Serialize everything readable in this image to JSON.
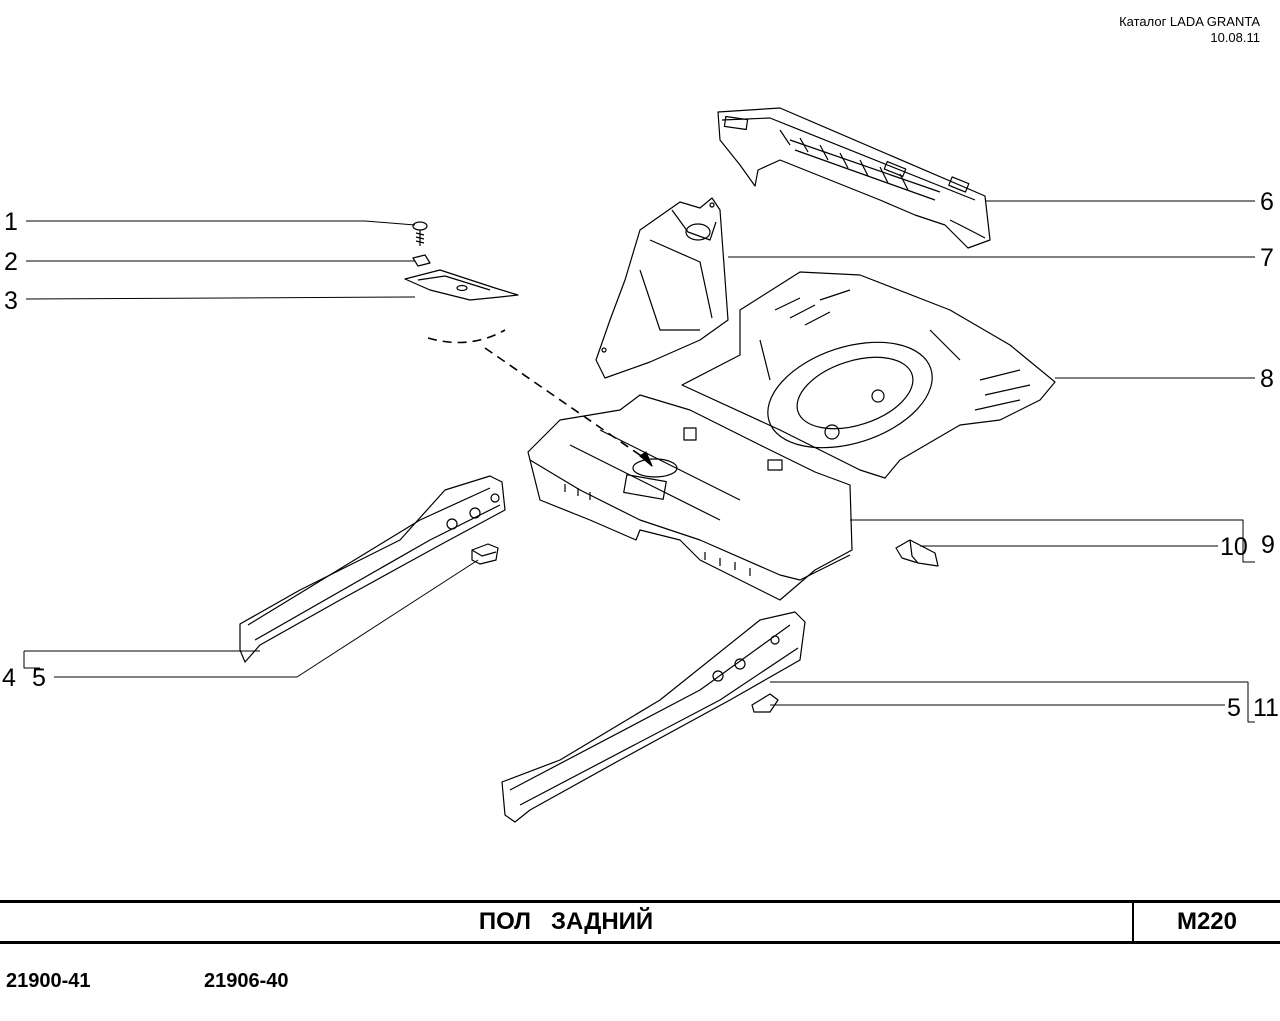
{
  "header": {
    "catalog": "Каталог LADA  GRANTA",
    "date": "10.08.11"
  },
  "callouts": [
    "1",
    "2",
    "3",
    "4",
    "5",
    "6",
    "7",
    "8",
    "9",
    "10",
    "5",
    "11"
  ],
  "footer": {
    "title": "ПОЛ   ЗАДНИЙ",
    "code": "M220",
    "models": [
      "21900-41",
      "21906-40"
    ]
  }
}
